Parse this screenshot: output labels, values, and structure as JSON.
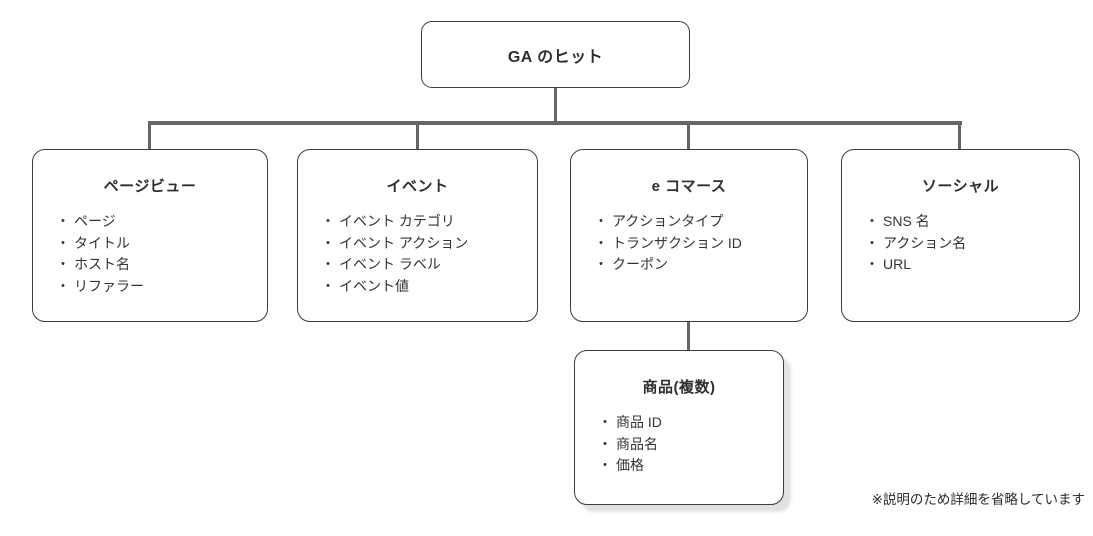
{
  "diagram": {
    "bullet": "・",
    "root": {
      "title": "GA のヒット"
    },
    "nodes": [
      {
        "id": "pageview",
        "title": "ページビュー",
        "items": [
          "ページ",
          "タイトル",
          "ホスト名",
          "リファラー"
        ]
      },
      {
        "id": "event",
        "title": "イベント",
        "items": [
          "イベント カテゴリ",
          "イベント アクション",
          "イベント ラベル",
          "イベント値"
        ]
      },
      {
        "id": "ecommerce",
        "title": "e コマース",
        "items": [
          "アクションタイプ",
          "トランザクション ID",
          "クーポン"
        ]
      },
      {
        "id": "social",
        "title": "ソーシャル",
        "items": [
          "SNS 名",
          "アクション名",
          "URL"
        ]
      }
    ],
    "subnode": {
      "id": "products",
      "parent": "ecommerce",
      "title": "商品(複数)",
      "items": [
        "商品 ID",
        "商品名",
        "価格"
      ]
    },
    "footnote": "※説明のため詳細を省略しています",
    "colors": {
      "background": "#ffffff",
      "node_border": "#3d3d3d",
      "connector": "#666666",
      "text": "#333333",
      "shadow": "#e3e3e3"
    }
  }
}
